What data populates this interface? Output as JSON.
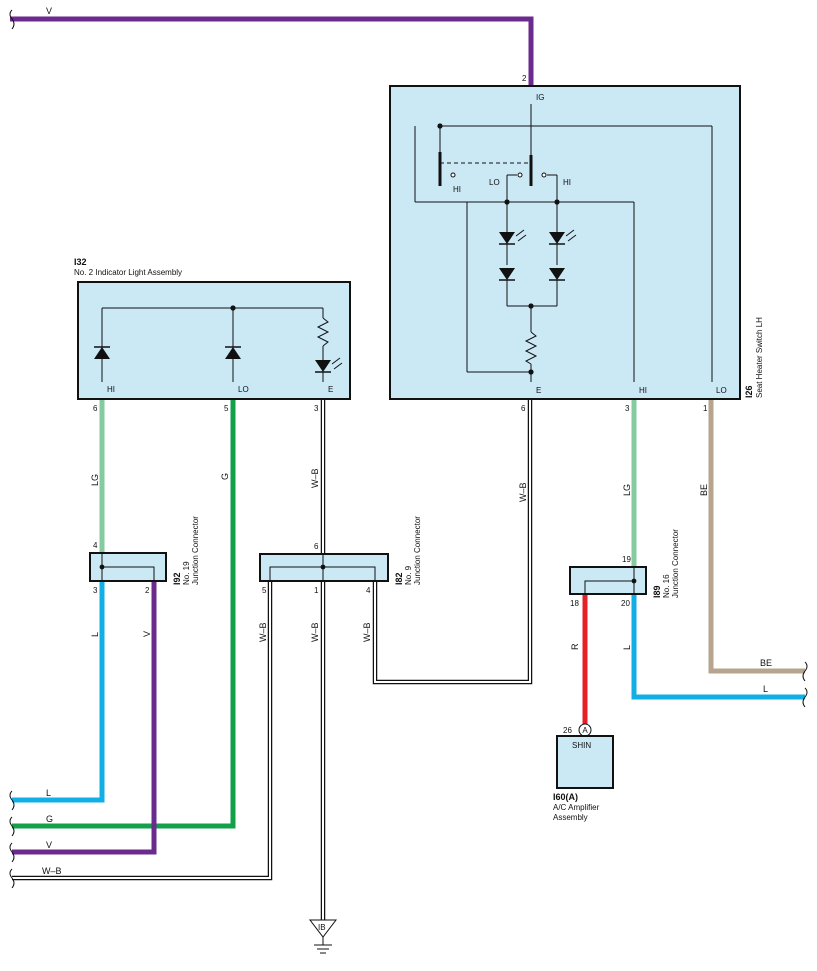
{
  "colors": {
    "violet": "#6b2a8e",
    "light_green": "#86cba0",
    "green": "#13a049",
    "blue": "#12aee6",
    "red": "#e62027",
    "beige": "#b6a48f",
    "box_fill": "#cbe8f5"
  },
  "components": {
    "i32": {
      "code": "I32",
      "name": "No. 2 Indicator Light Assembly",
      "pin_labels": {
        "hi": "HI",
        "lo": "LO",
        "e": "E"
      },
      "pins": {
        "hi": "6",
        "lo": "5",
        "e": "3"
      }
    },
    "i26": {
      "code": "I26",
      "name": "Seat Heater Switch LH",
      "pin_labels": {
        "ig": "IG",
        "e": "E",
        "hi": "HI",
        "lo": "LO"
      },
      "pins": {
        "ig": "2",
        "e": "6",
        "hi": "3",
        "lo": "1"
      },
      "switch_labels": {
        "hi_left": "HI",
        "lo": "LO",
        "hi_right": "HI"
      }
    },
    "i92": {
      "code": "I92",
      "name_line1": "No. 19",
      "name_line2": "Junction Connector",
      "pins": {
        "top": "4",
        "bl": "3",
        "br": "2"
      }
    },
    "i82": {
      "code": "I82",
      "name_line1": "No. 9",
      "name_line2": "Junction Connector",
      "pins": {
        "top": "6",
        "b5": "5",
        "b1": "1",
        "b4": "4"
      }
    },
    "i89": {
      "code": "I89",
      "name_line1": "No. 16",
      "name_line2": "Junction Connector",
      "pins": {
        "top": "19",
        "bl": "18",
        "br": "20"
      }
    },
    "i60": {
      "code": "I60(A)",
      "name_line1": "A/C Amplifier",
      "name_line2": "Assembly",
      "pin": "26",
      "pin_conn": "A",
      "terminal": "SHIN"
    },
    "ground": {
      "label": "IB"
    }
  },
  "wires": {
    "v_top": "V",
    "lg_left": "LG",
    "g_mid": "G",
    "wb_i32": "W–B",
    "wb_i26": "W–B",
    "lg_right": "LG",
    "be_right": "BE",
    "l_i92": "L",
    "v_i92": "V",
    "wb_b5": "W–B",
    "wb_b1": "W–B",
    "wb_b4": "W–B",
    "r_i89": "R",
    "l_i89": "L",
    "be_exit": "BE",
    "l_exit": "L",
    "l_left_exit": "L",
    "g_left_exit": "G",
    "v_left_exit": "V",
    "wb_left_exit": "W–B"
  }
}
